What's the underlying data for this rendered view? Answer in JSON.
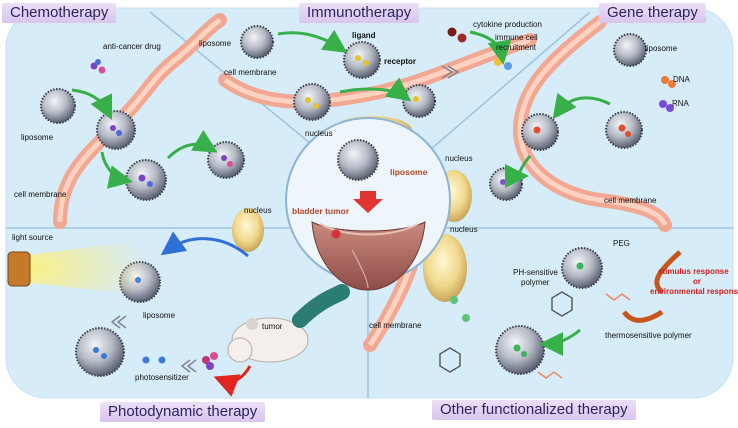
{
  "titles": {
    "chemotherapy": "Chemotherapy",
    "immunotherapy": "Immunotherapy",
    "gene": "Gene therapy",
    "photodynamic": "Photodynamic therapy",
    "other": "Other functionalized therapy"
  },
  "chemo": {
    "drug": "anti-cancer drug",
    "liposome": "liposome",
    "membrane": "cell membrane",
    "nucleus": "nucleus"
  },
  "immuno": {
    "liposome": "liposome",
    "ligand": "ligand",
    "cytokine": "cytokine production",
    "recruit1": "immune cell",
    "recruit2": "recruitment",
    "membrane": "cell membrane",
    "receptor": "receptor",
    "nucleus": "nucleus"
  },
  "gene": {
    "liposome": "liposome",
    "dna": "DNA",
    "rna": "RNA",
    "nucleus": "nucleus",
    "membrane": "cell membrane"
  },
  "center": {
    "liposome": "liposome",
    "tumor": "bladder tumor"
  },
  "photo": {
    "light": "light source",
    "liposome": "liposome",
    "tumor": "tumor",
    "ps": "photosensitizer"
  },
  "other": {
    "peg": "PEG",
    "ph1": "PH-sensitive",
    "ph2": "polymer",
    "stim1": "stimulus response",
    "stim2": "or",
    "stim3": "environmental response",
    "thermo": "thermosensitive polymer",
    "nucleus": "nucleus",
    "membrane": "cell membrane"
  },
  "colors": {
    "panel": "#d6ecf8",
    "membrane": "#f2a792",
    "title_text": "#2a2560",
    "title_bg": "#e1cff3",
    "arrow_green": "#38b04a",
    "arrow_blue": "#2f6fd6",
    "arrow_red": "#e0261f",
    "arrow_orange": "#c8561c"
  }
}
